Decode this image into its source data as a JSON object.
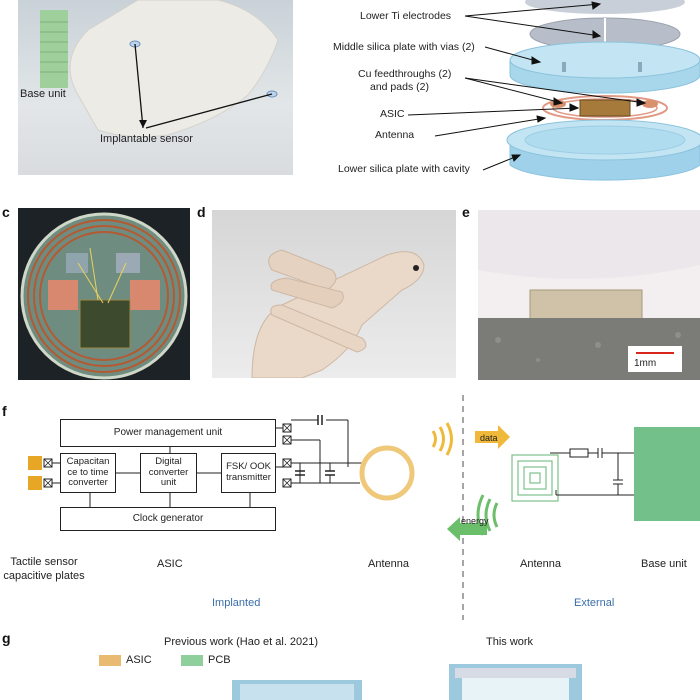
{
  "panel_a": {
    "base_unit_label": "Base unit",
    "sensor_label": "Implantable sensor"
  },
  "panel_b": {
    "labels": [
      "Lower Ti electrodes",
      "Middle silica plate with vias (2)",
      "Cu feedthroughs (2)",
      "and pads (2)",
      "ASIC",
      "Antenna",
      "Lower silica plate with cavity"
    ]
  },
  "panel_letters": [
    "c",
    "d",
    "e",
    "f",
    "g"
  ],
  "panel_e": {
    "scale_label": "1mm"
  },
  "panel_f": {
    "power_unit": "Power management unit",
    "cap_converter": "Capacitan ce to time converter",
    "digital_unit": "Digital converter unit",
    "transmitter": "FSK/ OOK transmitter",
    "clock": "Clock generator",
    "data_label": "data",
    "energy_label": "energy",
    "bottom_labels": {
      "tactile": "Tactile sensor capacitive plates",
      "asic": "ASIC",
      "antenna_implanted": "Antenna",
      "antenna_external": "Antenna",
      "base_unit": "Base unit"
    },
    "implanted": "Implanted",
    "external": "External",
    "colors": {
      "antenna": "#f0c87a",
      "pad": "#e8a626",
      "base_unit": "#74c08a",
      "data_arrow": "#f0b93a",
      "energy_arrow": "#6bbf6b"
    }
  },
  "panel_g": {
    "previous_title": "Previous work (Hao et al. 2021)",
    "this_title": "This work",
    "legend": [
      {
        "label": "ASIC",
        "color": "#e9bb72"
      },
      {
        "label": "PCB",
        "color": "#8fcf9c"
      }
    ]
  }
}
